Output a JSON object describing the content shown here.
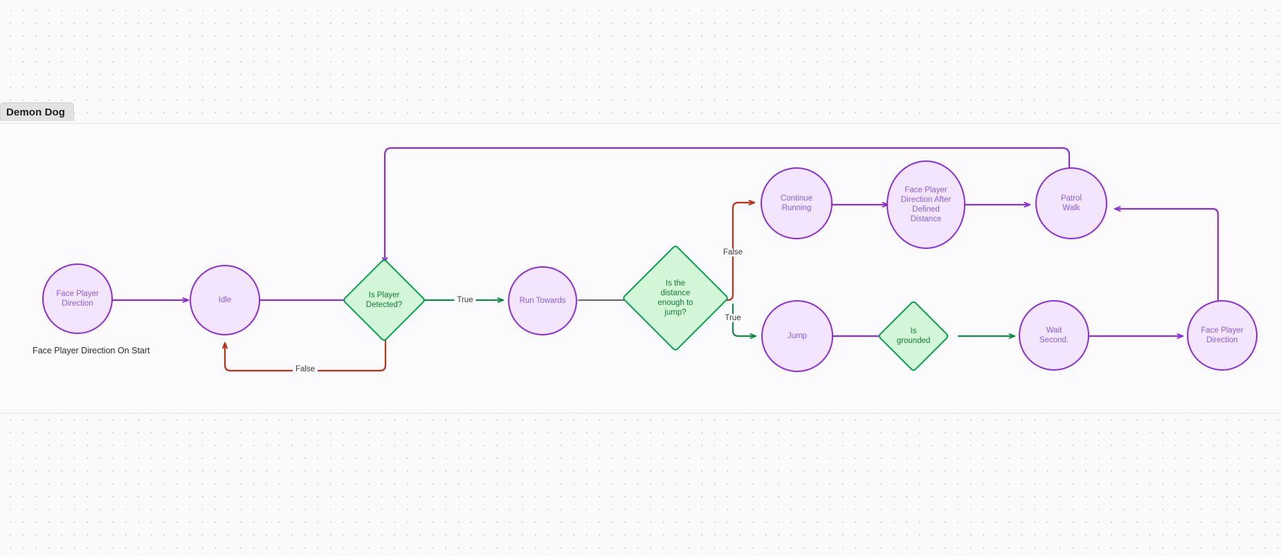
{
  "canvas": {
    "background_color": "#fafafa",
    "dot_color": "#c9c9c9"
  },
  "group": {
    "tab_label": "Demon Dog",
    "panel_color": "#fbfafc"
  },
  "palette": {
    "node_purple_fill": "#f2e5fd",
    "node_purple_stroke": "#8b2be2",
    "node_purple_text": "#8b5cf0",
    "node_green_fill": "#d3f5d8",
    "node_green_stroke": "#00a14b",
    "node_green_text": "#0f7a3d",
    "edge_purple": "#8b2be2",
    "edge_green": "#0c8b45",
    "edge_red": "#bf2d13",
    "edge_gray": "#6b6b70"
  },
  "nodes": [
    {
      "id": "face-player-direction",
      "shape": "circle",
      "label": "Face Player\nDirection"
    },
    {
      "id": "idle",
      "shape": "circle",
      "label": "Idle"
    },
    {
      "id": "is-player-detected",
      "shape": "diamond",
      "label": "Is Player\nDetected?"
    },
    {
      "id": "run-towards",
      "shape": "circle",
      "label": "Run Towards"
    },
    {
      "id": "is-distance-enough-to-jump",
      "shape": "diamond",
      "label": "Is the\ndistance\nenough to\njump?"
    },
    {
      "id": "continue-running",
      "shape": "circle",
      "label": "Continue\nRunning"
    },
    {
      "id": "face-player-direction-after-defined-distance",
      "shape": "circle",
      "label": "Face Player\nDirection After\nDefined\nDistance"
    },
    {
      "id": "patrol-walk",
      "shape": "circle",
      "label": "Patrol\nWalk"
    },
    {
      "id": "jump",
      "shape": "circle",
      "label": "Jump"
    },
    {
      "id": "is-grounded",
      "shape": "diamond",
      "label": "Is\ngrounded"
    },
    {
      "id": "wait-second",
      "shape": "circle",
      "label": "Wait\nSecond."
    },
    {
      "id": "face-player-direction-end",
      "shape": "circle",
      "label": "Face Player\nDirection"
    }
  ],
  "edge_labels": [
    {
      "id": "detected-false",
      "text": "False"
    },
    {
      "id": "detected-true",
      "text": "True"
    },
    {
      "id": "jump-false",
      "text": "False"
    },
    {
      "id": "jump-true",
      "text": "True"
    }
  ],
  "captions": [
    {
      "id": "start-caption",
      "text": "Face Player Direction On Start"
    }
  ],
  "chart_data": {
    "type": "diagram",
    "title": "Demon Dog",
    "nodes": [
      "Face Player Direction",
      "Idle",
      "Is Player Detected?",
      "Run Towards",
      "Is the distance enough to jump?",
      "Continue Running",
      "Face Player Direction After Defined Distance",
      "Patrol Walk",
      "Jump",
      "Is grounded",
      "Wait Second.",
      "Face Player Direction"
    ],
    "edges": [
      {
        "from": "Face Player Direction",
        "to": "Idle",
        "label": "",
        "color": "purple"
      },
      {
        "from": "Idle",
        "to": "Is Player Detected?",
        "label": "",
        "color": "purple"
      },
      {
        "from": "Is Player Detected?",
        "to": "Idle",
        "label": "False",
        "color": "red"
      },
      {
        "from": "Is Player Detected?",
        "to": "Run Towards",
        "label": "True",
        "color": "green"
      },
      {
        "from": "Run Towards",
        "to": "Is the distance enough to jump?",
        "label": "",
        "color": "gray"
      },
      {
        "from": "Is the distance enough to jump?",
        "to": "Continue Running",
        "label": "False",
        "color": "red"
      },
      {
        "from": "Is the distance enough to jump?",
        "to": "Jump",
        "label": "True",
        "color": "green"
      },
      {
        "from": "Continue Running",
        "to": "Face Player Direction After Defined Distance",
        "label": "",
        "color": "purple"
      },
      {
        "from": "Face Player Direction After Defined Distance",
        "to": "Patrol Walk",
        "label": "",
        "color": "purple"
      },
      {
        "from": "Patrol Walk",
        "to": "Is Player Detected?",
        "label": "",
        "color": "purple"
      },
      {
        "from": "Jump",
        "to": "Is grounded",
        "label": "",
        "color": "purple"
      },
      {
        "from": "Is grounded",
        "to": "Wait Second.",
        "label": "",
        "color": "green"
      },
      {
        "from": "Wait Second.",
        "to": "Face Player Direction",
        "label": "",
        "color": "purple"
      },
      {
        "from": "Face Player Direction",
        "to": "Patrol Walk",
        "label": "",
        "color": "purple"
      }
    ]
  }
}
